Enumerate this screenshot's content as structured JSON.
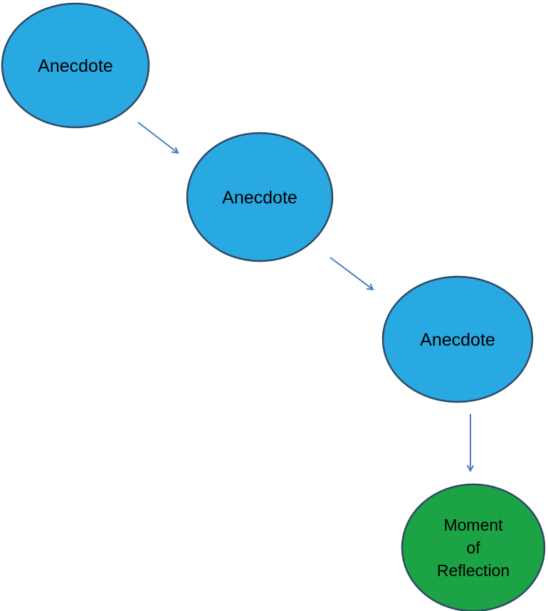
{
  "diagram": {
    "title": "anecdote-flow-diagram",
    "nodes": [
      {
        "id": "anecdote-1",
        "label": "Anecdote",
        "fill": "#29a9e1",
        "shape": "ellipse"
      },
      {
        "id": "anecdote-2",
        "label": "Anecdote",
        "fill": "#29a9e1",
        "shape": "ellipse"
      },
      {
        "id": "anecdote-3",
        "label": "Anecdote",
        "fill": "#29a9e1",
        "shape": "ellipse"
      },
      {
        "id": "moment-of-reflection",
        "label": "Moment of Reflection",
        "fill": "#1ca345",
        "shape": "ellipse",
        "lines": {
          "0": "Moment",
          "1": "of",
          "2": "Reflection"
        }
      }
    ],
    "connectors": [
      {
        "id": "arrow-1",
        "from": "anecdote-1",
        "to": "anecdote-2"
      },
      {
        "id": "arrow-2",
        "from": "anecdote-2",
        "to": "anecdote-3"
      },
      {
        "id": "arrow-3",
        "from": "anecdote-3",
        "to": "moment-of-reflection"
      }
    ]
  },
  "colors": {
    "node_blue": "#29a9e1",
    "node_green": "#1ca345",
    "node_stroke": "#2e4a66",
    "arrow": "#4a7ebb",
    "text": "#000000",
    "background": "#ffffff"
  }
}
